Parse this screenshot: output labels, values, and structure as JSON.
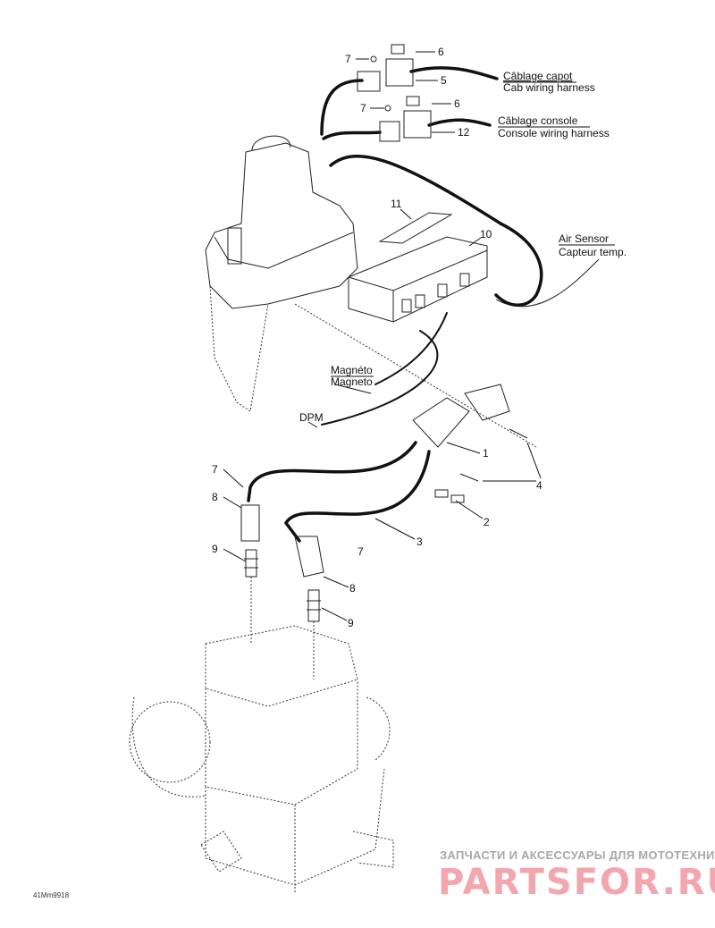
{
  "callouts": {
    "cab_seal": "7",
    "cab_clip": "6",
    "cab_connector": "5",
    "console_seal": "7",
    "console_clip": "6",
    "console_connector": "12",
    "bracket": "11",
    "mpem": "10",
    "ignition_coil": "1",
    "screws": "4",
    "connector": "2",
    "hv_wire": "3",
    "seal_right": "7",
    "cap_right": "8",
    "plug_right": "9",
    "seal_left": "7",
    "cap_left": "8",
    "plug_left": "9"
  },
  "labels": {
    "cab_fr": "Câblage capot",
    "cab_en": "Cab wiring harness",
    "console_fr": "Câblage console",
    "console_en": "Console wiring harness",
    "air_sensor_en": "Air Sensor",
    "air_sensor_fr": "Capteur temp.",
    "magneto_fr": "Magnéto",
    "magneto_en": "Magneto",
    "dpm": "DPM"
  },
  "figure_code": "41Mm9918",
  "watermark": {
    "tagline": "ЗАПЧАСТИ И АКСЕССУАРЫ ДЛЯ МОТОТЕХНИКИ",
    "brand": "PARTSFOR.RU",
    "brand_color": "#f4a6ae"
  }
}
